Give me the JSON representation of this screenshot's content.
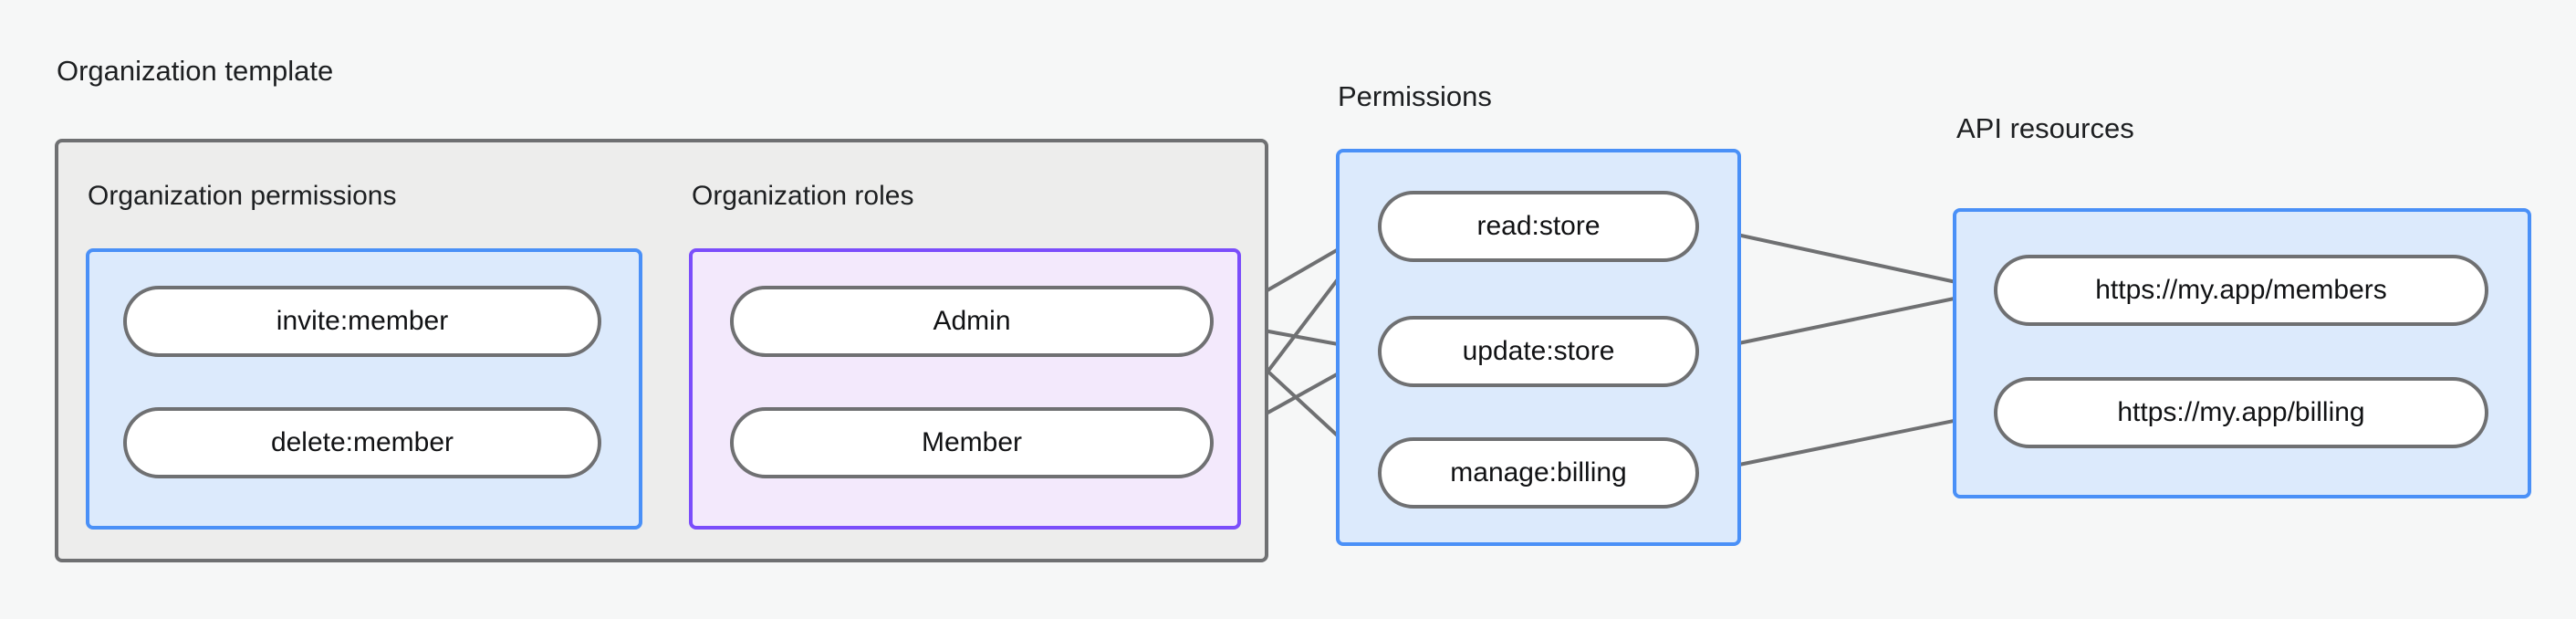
{
  "diagram": {
    "title_labels": {
      "organization_template": "Organization template",
      "permissions": "Permissions",
      "api_resources": "API resources"
    },
    "subgroup_labels": {
      "organization_permissions": "Organization permissions",
      "organization_roles": "Organization roles"
    },
    "colors": {
      "page_background": "#f6f7f7",
      "outer_group_fill": "#ededec",
      "outer_group_stroke": "#6f7072",
      "blue_box_fill": "#dceafc",
      "blue_box_stroke": "#4a90f7",
      "purple_box_fill": "#f3e9fc",
      "purple_box_stroke": "#7b4dfb",
      "node_fill": "#ffffff",
      "node_stroke": "#6f7072",
      "edge_stroke": "#6f7072",
      "text": "#1d1f21"
    },
    "nodes": {
      "organization_permissions": [
        {
          "id": "invite-member",
          "label": "invite:member"
        },
        {
          "id": "delete-member",
          "label": "delete:member"
        }
      ],
      "organization_roles": [
        {
          "id": "admin",
          "label": "Admin"
        },
        {
          "id": "member",
          "label": "Member"
        }
      ],
      "permissions": [
        {
          "id": "read-store",
          "label": "read:store"
        },
        {
          "id": "update-store",
          "label": "update:store"
        },
        {
          "id": "manage-billing",
          "label": "manage:billing"
        }
      ],
      "api_resources": [
        {
          "id": "members-resource",
          "label": "https://my.app/members"
        },
        {
          "id": "billing-resource",
          "label": "https://my.app/billing"
        }
      ]
    },
    "edges": [
      {
        "from": "invite-member",
        "to": "admin"
      },
      {
        "from": "invite-member",
        "to": "member"
      },
      {
        "from": "delete-member",
        "to": "member"
      },
      {
        "from": "admin",
        "to": "read-store"
      },
      {
        "from": "admin",
        "to": "update-store"
      },
      {
        "from": "admin",
        "to": "manage-billing"
      },
      {
        "from": "member",
        "to": "read-store"
      },
      {
        "from": "member",
        "to": "update-store"
      },
      {
        "from": "read-store",
        "to": "members-resource"
      },
      {
        "from": "update-store",
        "to": "members-resource"
      },
      {
        "from": "manage-billing",
        "to": "billing-resource"
      }
    ]
  }
}
